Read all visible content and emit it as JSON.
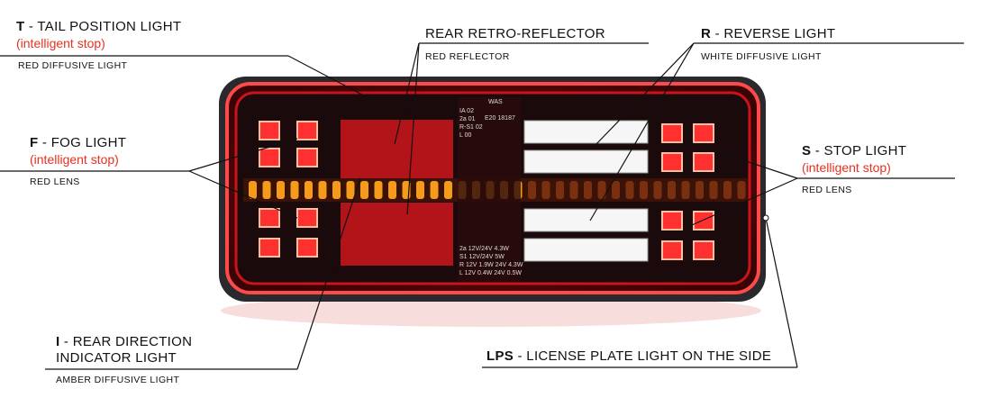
{
  "labels": {
    "tail": {
      "code": "T",
      "title": " - TAIL POSITION LIGHT",
      "note": "(intelligent stop)",
      "desc": "RED DIFFUSIVE LIGHT"
    },
    "reflector": {
      "title": "REAR RETRO-REFLECTOR",
      "desc": "RED REFLECTOR"
    },
    "reverse": {
      "code": "R",
      "title": " - REVERSE LIGHT",
      "desc": "WHITE DIFFUSIVE LIGHT"
    },
    "fog": {
      "code": "F",
      "title": " - FOG LIGHT",
      "note": "(intelligent stop)",
      "desc": "RED LENS"
    },
    "stop": {
      "code": "S",
      "title": " - STOP LIGHT",
      "note": "(intelligent stop)",
      "desc": "RED LENS"
    },
    "indicator": {
      "code": "I",
      "title_line1": " - REAR DIRECTION",
      "title_line2": "INDICATOR LIGHT",
      "desc": "AMBER DIFFUSIVE LIGHT"
    },
    "license": {
      "code": "LPS",
      "title": " - LICENSE PLATE LIGHT ON THE SIDE"
    }
  },
  "lamp_markings": {
    "brand": "WAS",
    "codes": [
      "IA 02",
      "2a 01",
      "R-S1 02",
      "L 00"
    ],
    "approval": "E20 18187",
    "ratings": [
      "2a  12V/24V 4.3W",
      "S1  12V/24V 5W",
      "R  12V 1.9W 24V 4.3W",
      "L  12V 0.4W 24V 0.5W"
    ]
  },
  "colors": {
    "accent": "#e8301f",
    "lamp_red": "#c8141a",
    "amber": "#f59a1b"
  }
}
